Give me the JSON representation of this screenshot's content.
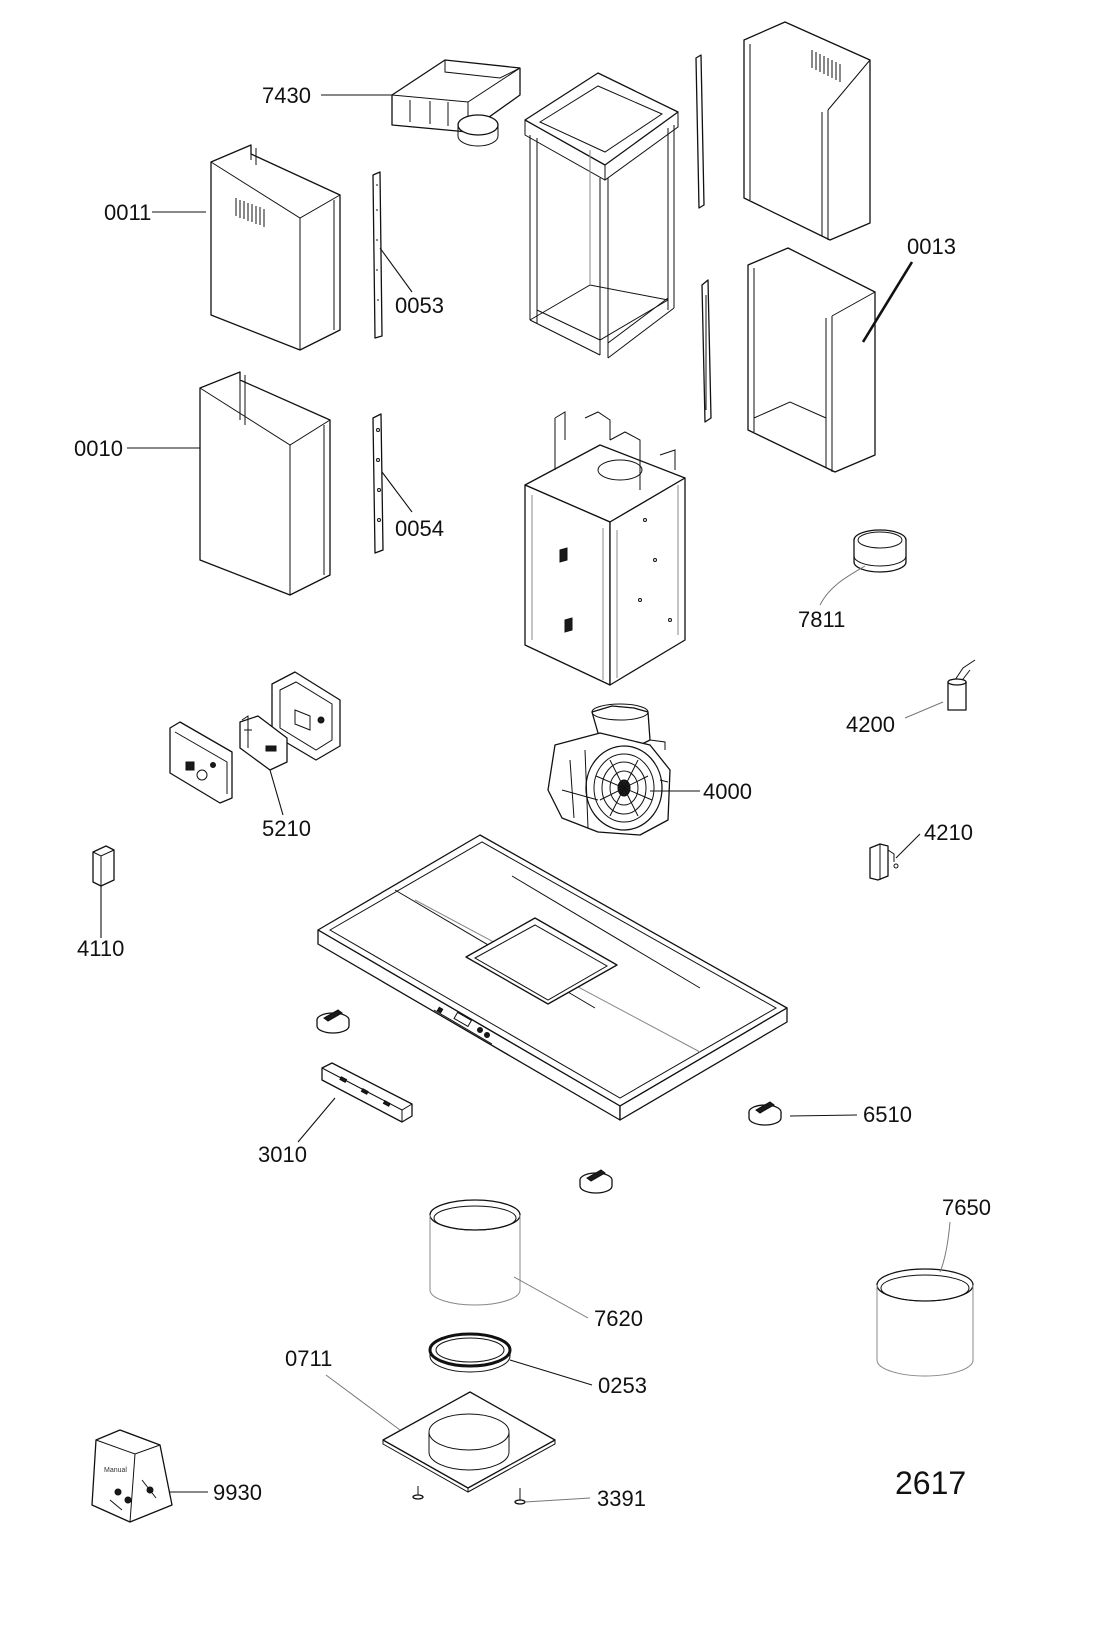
{
  "diagram": {
    "drawing_number": "2617",
    "callouts": {
      "c7430": "7430",
      "c0011": "0011",
      "c0053": "0053",
      "c0013": "0013",
      "c0010": "0010",
      "c0054": "0054",
      "c7811": "7811",
      "c4200": "4200",
      "c5210": "5210",
      "c4000": "4000",
      "c4210": "4210",
      "c4110": "4110",
      "c6510": "6510",
      "c3010": "3010",
      "c7650": "7650",
      "c7620": "7620",
      "c0711": "0711",
      "c0253": "0253",
      "c9930": "9930",
      "c3391": "3391"
    },
    "bag_text": "Manual"
  }
}
